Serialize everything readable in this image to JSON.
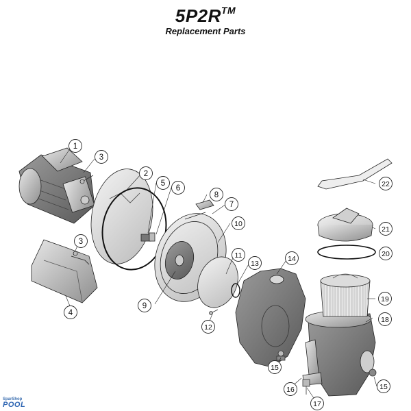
{
  "title": {
    "main": "5P2R",
    "tm": "TM",
    "subtitle": "Replacement Parts"
  },
  "logo": {
    "line1": "SparShop",
    "line2": "POOL"
  },
  "callouts": [
    {
      "n": "1"
    },
    {
      "n": "2"
    },
    {
      "n": "3"
    },
    {
      "n": "3"
    },
    {
      "n": "4"
    },
    {
      "n": "5"
    },
    {
      "n": "6"
    },
    {
      "n": "7"
    },
    {
      "n": "8"
    },
    {
      "n": "9"
    },
    {
      "n": "10"
    },
    {
      "n": "11"
    },
    {
      "n": "12"
    },
    {
      "n": "13"
    },
    {
      "n": "14"
    },
    {
      "n": "15"
    },
    {
      "n": "15"
    },
    {
      "n": "16"
    },
    {
      "n": "17"
    },
    {
      "n": "18"
    },
    {
      "n": "19"
    },
    {
      "n": "20"
    },
    {
      "n": "21"
    },
    {
      "n": "22"
    }
  ]
}
